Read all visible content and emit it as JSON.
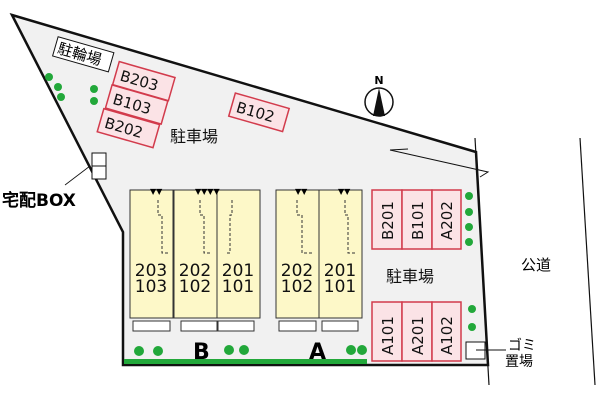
{
  "labels": {
    "bicycle_parking": "駐輪場",
    "parking_north": "駐車場",
    "parking_east": "駐車場",
    "delivery_box": "宅配BOX",
    "public_road": "公道",
    "garbage_line1": "ゴミ",
    "garbage_line2": "置場",
    "north": "N",
    "building_b": "B",
    "building_a": "A"
  },
  "parking_spaces": {
    "north_row": [
      "B203",
      "B103",
      "B202"
    ],
    "north_single": "B102",
    "east_top": [
      "B201",
      "B101",
      "A202"
    ],
    "east_bottom": [
      "A101",
      "A201",
      "A102"
    ]
  },
  "units": {
    "b": [
      {
        "upper": "203",
        "lower": "103"
      },
      {
        "upper": "202",
        "lower": "102"
      },
      {
        "upper": "201",
        "lower": "101"
      }
    ],
    "a": [
      {
        "upper": "202",
        "lower": "102"
      },
      {
        "upper": "201",
        "lower": "101"
      }
    ]
  },
  "colors": {
    "parking": "#fbe3e6",
    "parking_border": "#d23b4c",
    "building": "#fdf8c8",
    "tree": "#22a83a"
  }
}
